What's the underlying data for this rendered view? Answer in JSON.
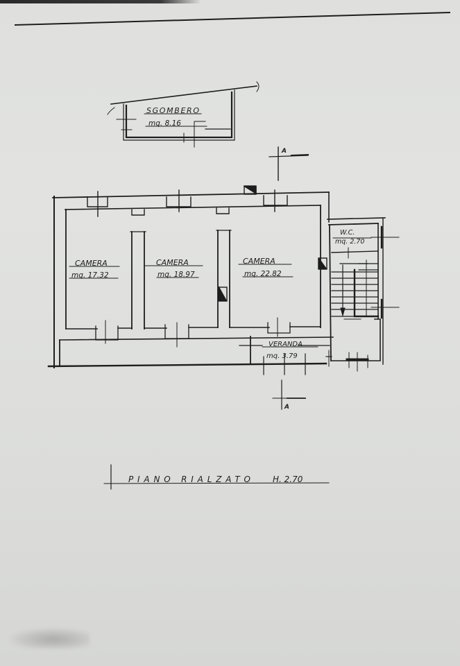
{
  "document": {
    "type": "architectural floor plan",
    "title": "PIANO RIALZATO",
    "height_label": "H. 2.70",
    "section_marker": "A"
  },
  "rooms": [
    {
      "id": "sgombero",
      "name": "SGOMBERO",
      "area": "mq. 8.16"
    },
    {
      "id": "camera-1",
      "name": "CAMERA",
      "area": "mq. 17.32"
    },
    {
      "id": "camera-2",
      "name": "CAMERA",
      "area": "mq. 18.97"
    },
    {
      "id": "camera-3",
      "name": "CAMERA",
      "area": "mq. 22.82"
    },
    {
      "id": "wc",
      "name": "W.C.",
      "area": "mq. 2.70"
    },
    {
      "id": "veranda",
      "name": "VERANDA",
      "area": "mq. 3.79"
    }
  ],
  "colors": {
    "paper": "#dfe0de",
    "ink": "#1d1d1d"
  }
}
